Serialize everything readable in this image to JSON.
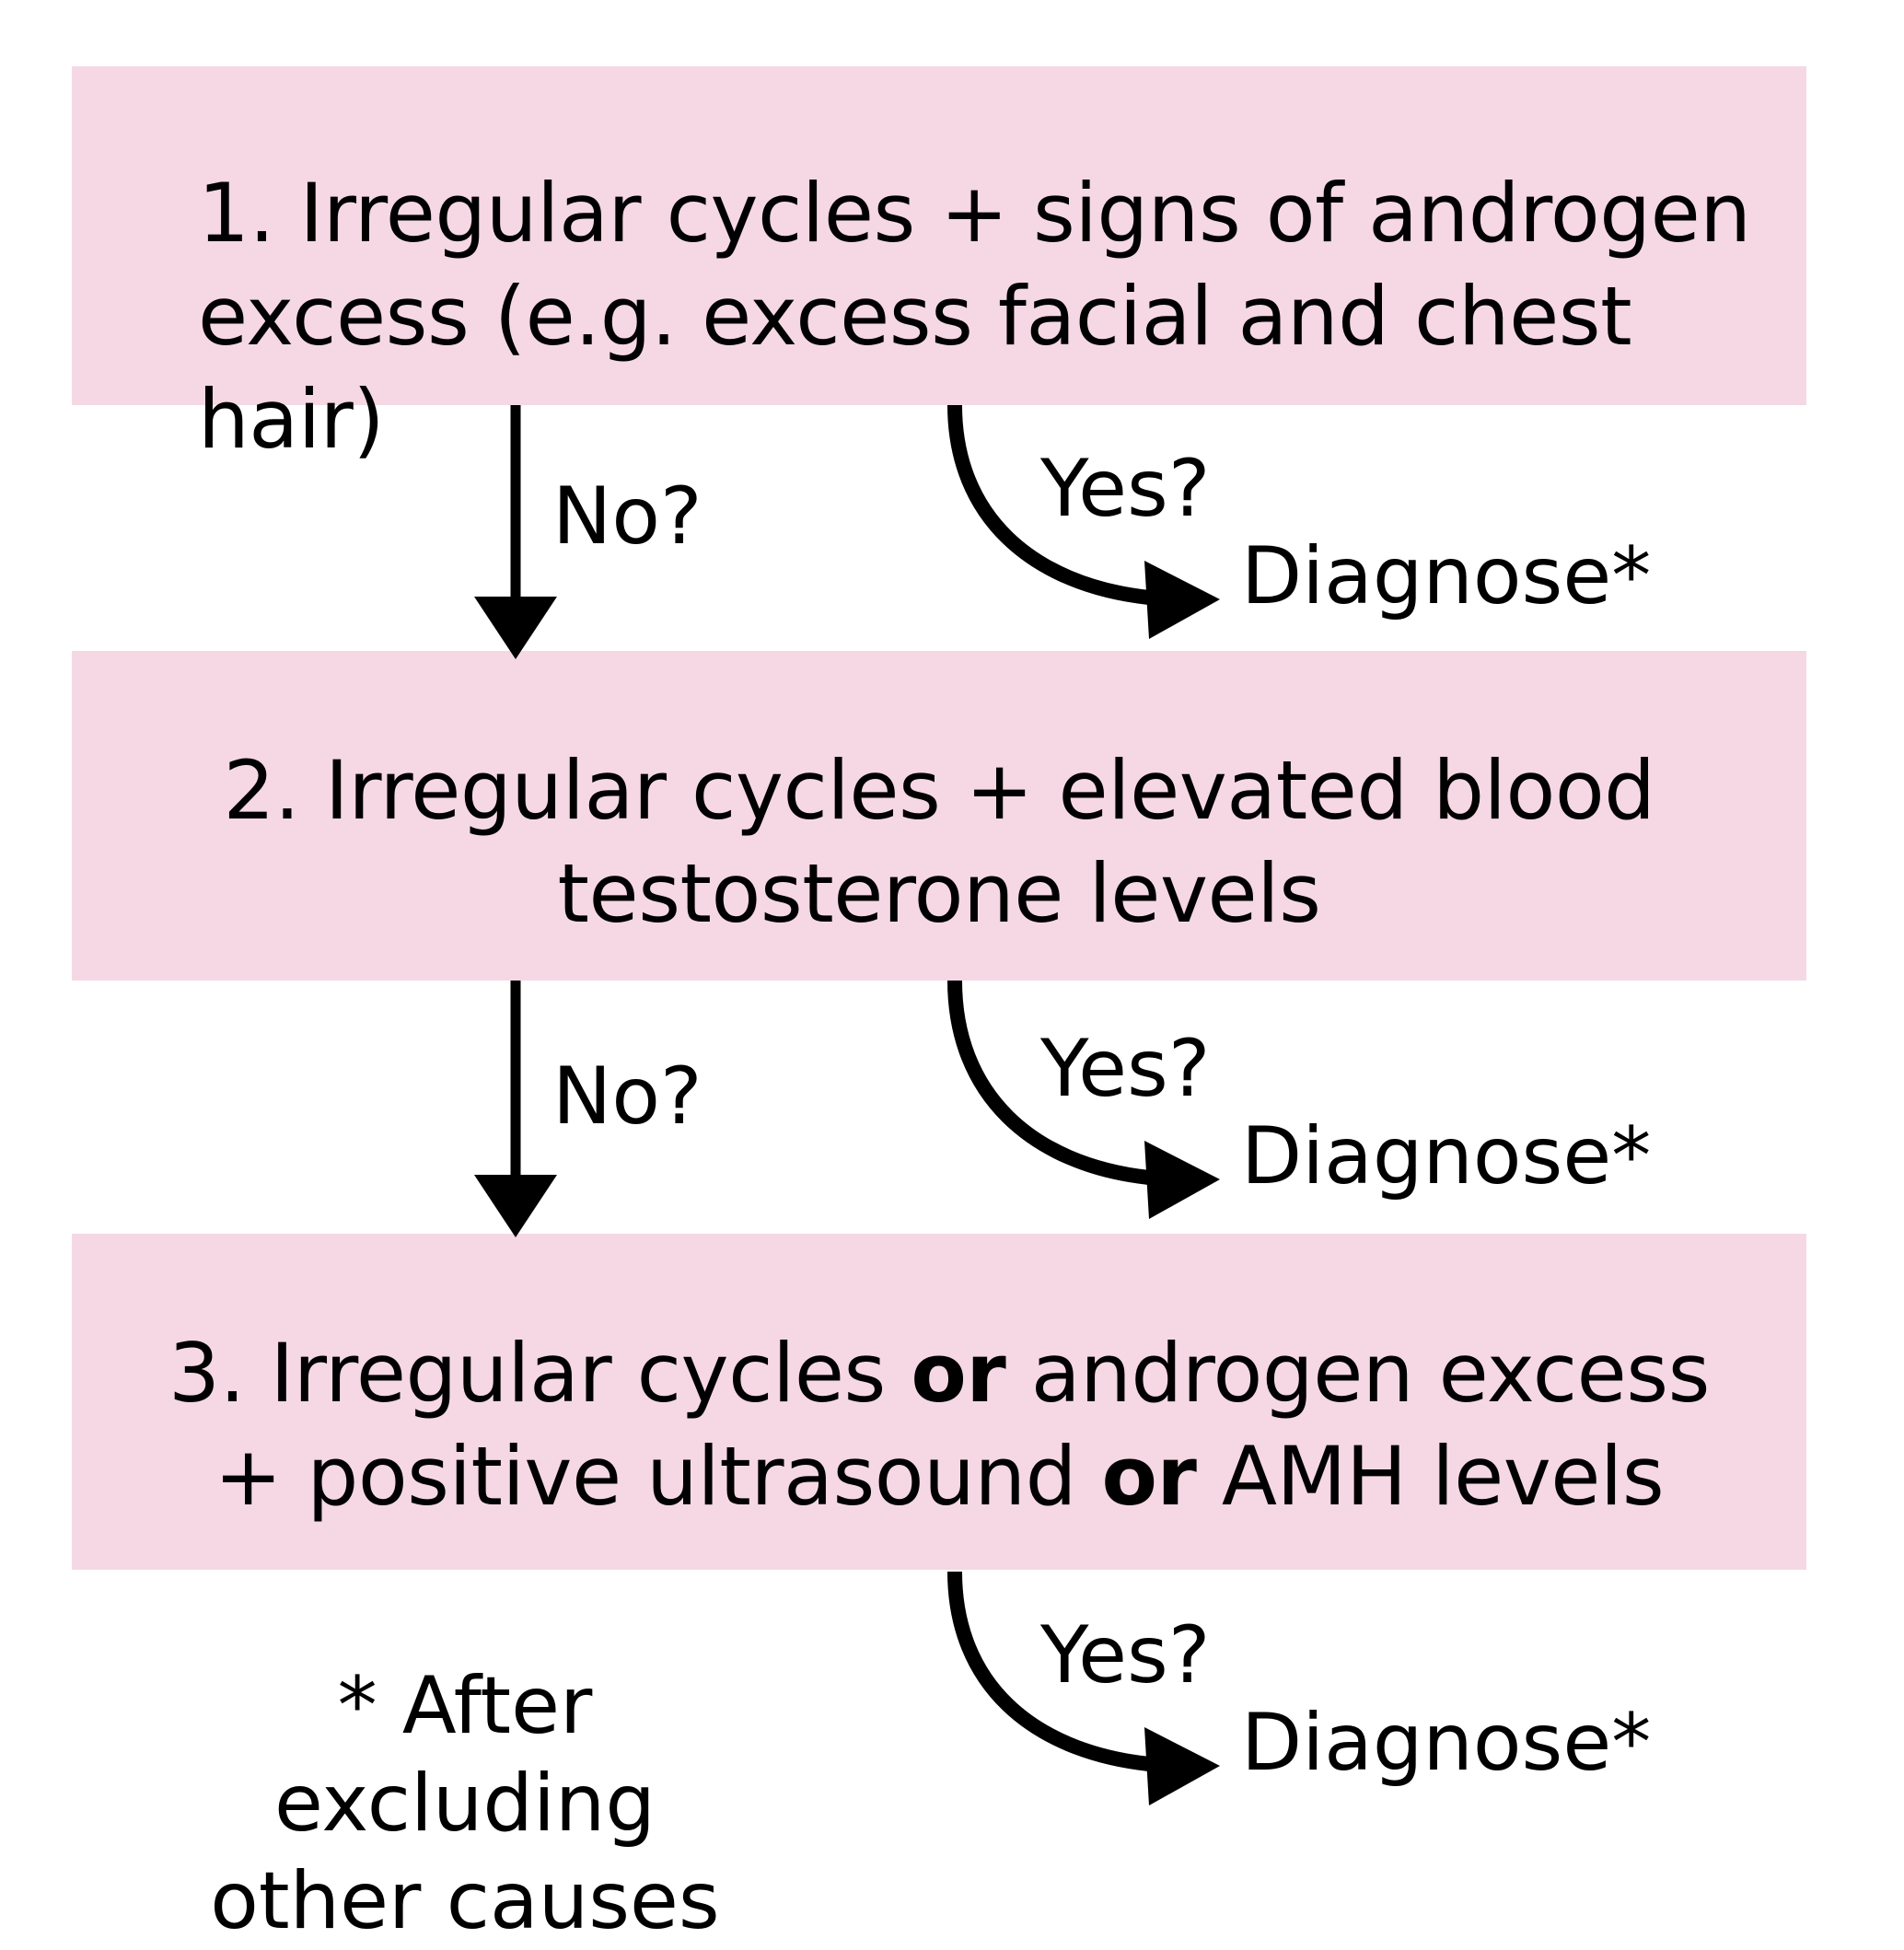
{
  "diagram": {
    "title": "PCOS diagnostic criteria flowchart",
    "background_color": "#ffffff",
    "box_color": "#f5d8e4",
    "line_color": "#000000",
    "steps": [
      {
        "id": "step-1",
        "line1": "1. Irregular cycles + signs of androgen",
        "line2": "excess (e.g. excess facial and chest hair)",
        "no_label": "No?",
        "yes_label": "Yes?",
        "outcome": "Diagnose*"
      },
      {
        "id": "step-2",
        "line1": "2. Irregular cycles + elevated blood",
        "line2": "testosterone levels",
        "no_label": "No?",
        "yes_label": "Yes?",
        "outcome": "Diagnose*"
      },
      {
        "id": "step-3",
        "line1_part1": "3. Irregular cycles ",
        "line1_bold": "or",
        "line1_part2": " androgen excess",
        "line2_part1": "+ positive ultrasound ",
        "line2_bold": "or",
        "line2_part2": " AMH levels",
        "yes_label": "Yes?",
        "outcome": "Diagnose*"
      }
    ],
    "footnote": {
      "line1": "* After excluding",
      "line2": "other causes"
    }
  }
}
